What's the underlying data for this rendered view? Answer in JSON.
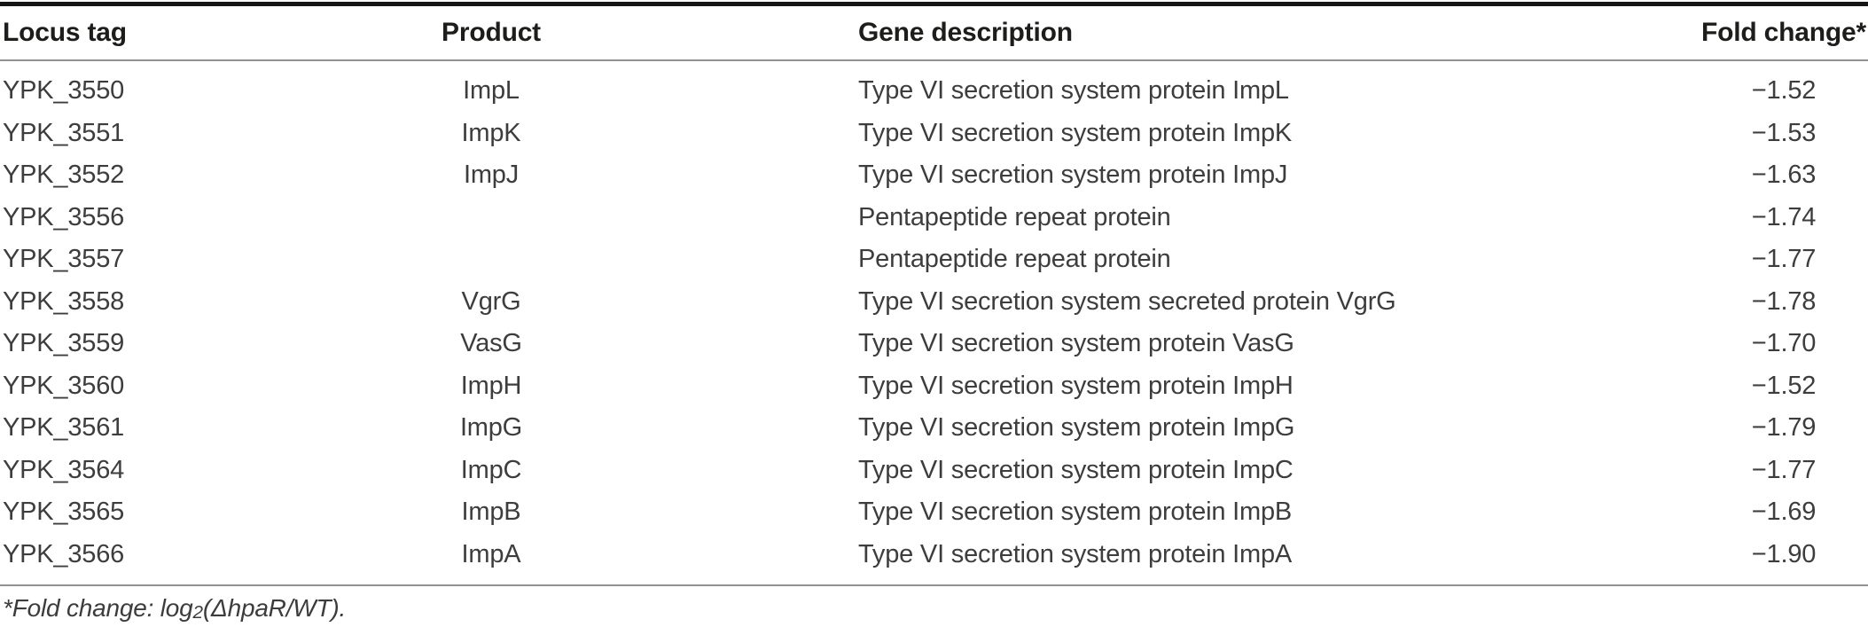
{
  "table": {
    "columns": [
      {
        "key": "locus",
        "label": "Locus tag"
      },
      {
        "key": "product",
        "label": "Product"
      },
      {
        "key": "description",
        "label": "Gene description"
      },
      {
        "key": "fold",
        "label": "Fold change*"
      }
    ],
    "rows": [
      {
        "locus": "YPK_3550",
        "product": "ImpL",
        "description": "Type VI secretion system protein ImpL",
        "fold": "−1.52"
      },
      {
        "locus": "YPK_3551",
        "product": "ImpK",
        "description": "Type VI secretion system protein ImpK",
        "fold": "−1.53"
      },
      {
        "locus": "YPK_3552",
        "product": "ImpJ",
        "description": "Type VI secretion system protein ImpJ",
        "fold": "−1.63"
      },
      {
        "locus": "YPK_3556",
        "product": "",
        "description": "Pentapeptide repeat protein",
        "fold": "−1.74"
      },
      {
        "locus": "YPK_3557",
        "product": "",
        "description": "Pentapeptide repeat protein",
        "fold": "−1.77"
      },
      {
        "locus": "YPK_3558",
        "product": "VgrG",
        "description": "Type VI secretion system secreted protein VgrG",
        "fold": "−1.78"
      },
      {
        "locus": "YPK_3559",
        "product": "VasG",
        "description": "Type VI secretion system protein VasG",
        "fold": "−1.70"
      },
      {
        "locus": "YPK_3560",
        "product": "ImpH",
        "description": "Type VI secretion system protein ImpH",
        "fold": "−1.52"
      },
      {
        "locus": "YPK_3561",
        "product": "ImpG",
        "description": "Type VI secretion system protein ImpG",
        "fold": "−1.79"
      },
      {
        "locus": "YPK_3564",
        "product": "ImpC",
        "description": "Type VI secretion system protein ImpC",
        "fold": "−1.77"
      },
      {
        "locus": "YPK_3565",
        "product": "ImpB",
        "description": "Type VI secretion system protein ImpB",
        "fold": "−1.69"
      },
      {
        "locus": "YPK_3566",
        "product": "ImpA",
        "description": "Type VI secretion system protein ImpA",
        "fold": "−1.90"
      }
    ],
    "footnote": {
      "prefix": "*Fold change: log",
      "subscript": "2",
      "suffix": "(ΔhpaR/WT)."
    }
  },
  "colors": {
    "top_rule": "#161616",
    "thin_rule": "#919191",
    "header_text": "#1d1d1b",
    "body_text": "#3d3d3d",
    "background": "#ffffff"
  }
}
